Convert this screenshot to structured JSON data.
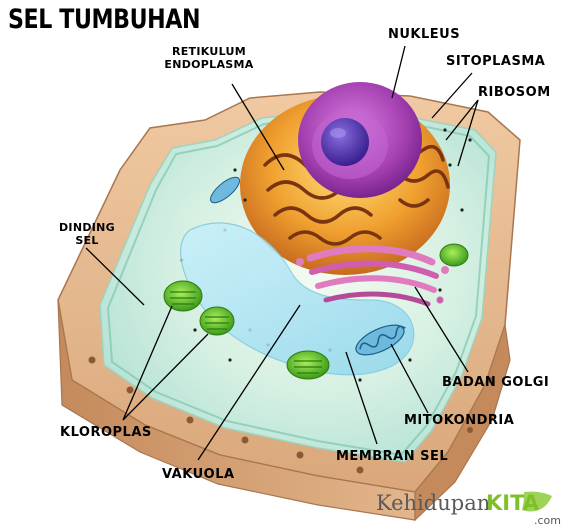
{
  "title": "SEL TUMBUHAN",
  "labels": {
    "nukleus": "NUKLEUS",
    "sitoplasma": "SITOPLASMA",
    "ribosom": "RIBOSOM",
    "retikulum_line1": "RETIKULUM",
    "retikulum_line2": "ENDOPLASMA",
    "dinding_line1": "DINDING",
    "dinding_line2": "SEL",
    "kloroplas": "KLOROPLAS",
    "vakuola": "VAKUOLA",
    "membran_sel": "MEMBRAN SEL",
    "mitokondria": "MITOKONDRIA",
    "badan_golgi": "BADAN GOLGI"
  },
  "watermark": {
    "prefix": "Kehidupan",
    "brand": "KITA",
    "suffix": ".com"
  },
  "colors": {
    "cell_wall": "#d9a77a",
    "cytoplasm": "#d8f3e6",
    "nucleus": "#a43fb0",
    "nucleolus": "#4a2aa0",
    "er": "#c76a1e",
    "golgi": "#e07bc0",
    "vacuole": "#a9e3f2",
    "chloroplast": "#5bbf2a",
    "mitochondria": "#2a86b8"
  }
}
